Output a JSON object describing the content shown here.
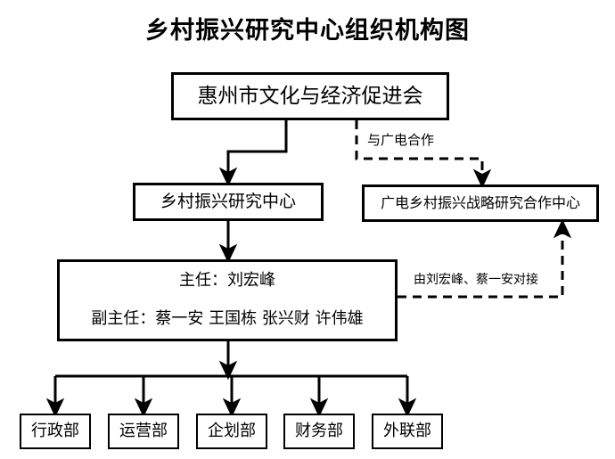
{
  "title": "乡村振兴研究中心组织机构图",
  "nodes": {
    "association": {
      "label": "惠州市文化与经济促进会"
    },
    "research_center": {
      "label": "乡村振兴研究中心"
    },
    "partner_center": {
      "label": "广电乡村振兴战略研究合作中心"
    },
    "leadership": {
      "director_line": "主任：刘宏峰",
      "deputy_line": "副主任：蔡一安 王国栋 张兴财 许伟雄"
    }
  },
  "departments": [
    {
      "label": "行政部"
    },
    {
      "label": "运营部"
    },
    {
      "label": "企划部"
    },
    {
      "label": "财务部"
    },
    {
      "label": "外联部"
    }
  ],
  "edge_labels": {
    "broadcast_cooperation": "与广电合作",
    "liaison": "由刘宏峰、蔡一安对接"
  },
  "colors": {
    "stroke": "#000000",
    "background": "#ffffff",
    "text": "#000000"
  }
}
